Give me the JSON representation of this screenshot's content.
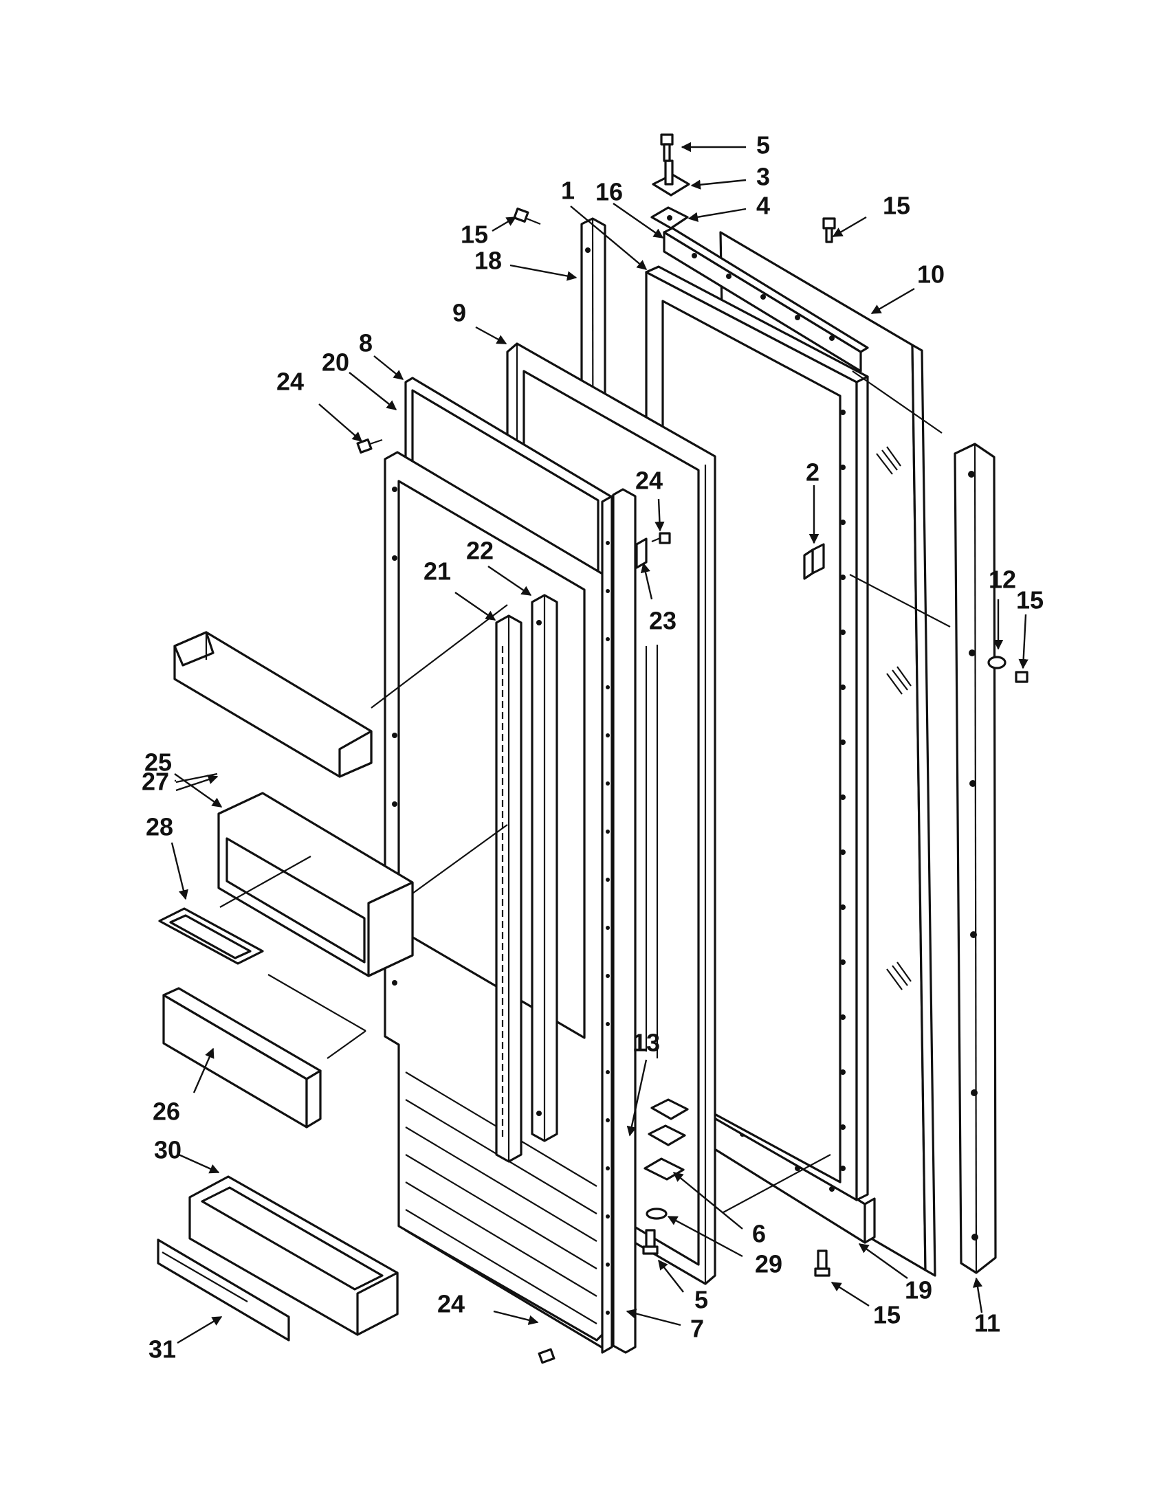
{
  "callouts": [
    {
      "id": "c5-top",
      "label": "5"
    },
    {
      "id": "c3",
      "label": "3"
    },
    {
      "id": "c4",
      "label": "4"
    },
    {
      "id": "c1",
      "label": "1"
    },
    {
      "id": "c16",
      "label": "16"
    },
    {
      "id": "c15-a",
      "label": "15"
    },
    {
      "id": "c15-b",
      "label": "15"
    },
    {
      "id": "c18",
      "label": "18"
    },
    {
      "id": "c10",
      "label": "10"
    },
    {
      "id": "c9",
      "label": "9"
    },
    {
      "id": "c8",
      "label": "8"
    },
    {
      "id": "c20",
      "label": "20"
    },
    {
      "id": "c24-a",
      "label": "24"
    },
    {
      "id": "c2",
      "label": "2"
    },
    {
      "id": "c24-b",
      "label": "24"
    },
    {
      "id": "c22",
      "label": "22"
    },
    {
      "id": "c21",
      "label": "21"
    },
    {
      "id": "c23",
      "label": "23"
    },
    {
      "id": "c12",
      "label": "12"
    },
    {
      "id": "c15-c",
      "label": "15"
    },
    {
      "id": "c27",
      "label": "27"
    },
    {
      "id": "c25",
      "label": "25"
    },
    {
      "id": "c28",
      "label": "28"
    },
    {
      "id": "c13",
      "label": "13"
    },
    {
      "id": "c26",
      "label": "26"
    },
    {
      "id": "c30",
      "label": "30"
    },
    {
      "id": "c6",
      "label": "6"
    },
    {
      "id": "c29",
      "label": "29"
    },
    {
      "id": "c5-bottom",
      "label": "5"
    },
    {
      "id": "c24-c",
      "label": "24"
    },
    {
      "id": "c7",
      "label": "7"
    },
    {
      "id": "c15-d",
      "label": "15"
    },
    {
      "id": "c19",
      "label": "19"
    },
    {
      "id": "c11",
      "label": "11"
    },
    {
      "id": "c31",
      "label": "31"
    }
  ]
}
